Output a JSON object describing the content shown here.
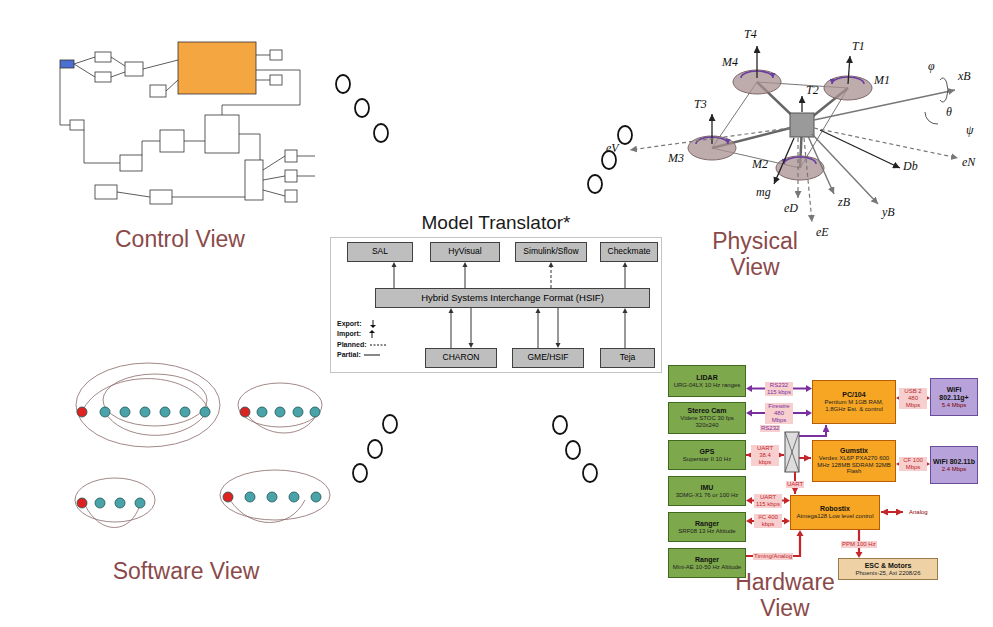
{
  "diagram": {
    "nodes": [
      {
        "text": [
          "Control View"
        ]
      },
      {
        "text": [
          "Physical View"
        ]
      },
      {
        "text": [
          "Model Translator*"
        ]
      },
      {
        "text": [
          "SAL"
        ],
        "in": 2
      },
      {
        "text": [
          "HyVisual"
        ],
        "in": 2
      },
      {
        "text": [
          "Simulink/Sflow"
        ],
        "in": 2
      },
      {
        "text": [
          "Checkmate"
        ],
        "in": 2
      },
      {
        "text": [
          "Hybrid Systems Interchange Format (HSIF)"
        ],
        "in": 2
      },
      {
        "text": [
          "CHARON"
        ],
        "in": 2
      },
      {
        "text": [
          "GME/HSIF"
        ],
        "in": 2
      },
      {
        "text": [
          "Teja"
        ],
        "in": 2
      },
      {
        "text": [
          "Software View"
        ]
      },
      {
        "text": [
          "Hardware View"
        ]
      },
      {
        "text": [
          "LIDAR",
          "URG-04LX 10 Hz ranges"
        ],
        "in": 12
      },
      {
        "text": [
          "Stereo Cam",
          "Videre STOC 30 fps 320x240"
        ],
        "in": 12
      },
      {
        "text": [
          "GPS",
          "Superstar II 10 Hz"
        ],
        "in": 12
      },
      {
        "text": [
          "IMU",
          "3DMG-X1 76 or 100 Hz"
        ],
        "in": 12
      },
      {
        "text": [
          "Ranger",
          "SRF08 13 Hz Altitude"
        ],
        "in": 12
      },
      {
        "text": [
          "Ranger",
          "Mini-AE 10-50 Hz Altitude"
        ],
        "in": 12
      },
      {
        "text": [
          "PC/104",
          "Pentium M 1GB RAM, 1.8GHz Est. & control"
        ],
        "in": 12
      },
      {
        "text": [
          "Gumstix",
          "Verdex XL6P PXA270 600 MHz 128MB SDRAM 32MB Flash"
        ],
        "in": 12
      },
      {
        "text": [
          "Robostix",
          "Atmega128 Low level control"
        ],
        "in": 12
      },
      {
        "text": [
          "ESC & Motors",
          "Phoenix-25, Axi 2208/26"
        ],
        "in": 12
      },
      {
        "text": [
          "WiFi 802.11g+",
          "5.4 Mbps"
        ],
        "in": 12
      },
      {
        "text": [
          "WiFi 802.11b",
          "2.4 Mbps"
        ],
        "in": 12
      }
    ],
    "edges": [
      {
        "from": 7,
        "to": 3,
        "arrow": "to"
      },
      {
        "from": 7,
        "to": 4,
        "arrow": "to"
      },
      {
        "from": 7,
        "to": 5,
        "arrow": "to"
      },
      {
        "from": 7,
        "to": 6,
        "arrow": "to"
      },
      {
        "from": 8,
        "to": 7,
        "arrow": "to"
      },
      {
        "from": 7,
        "to": 8,
        "arrow": "to"
      },
      {
        "from": 9,
        "to": 7,
        "arrow": "to"
      },
      {
        "from": 7,
        "to": 9,
        "arrow": "to"
      },
      {
        "from": 10,
        "to": 7,
        "arrow": "to"
      },
      {
        "from": 13,
        "to": 19,
        "arrow": "both",
        "label": "RS232 115 kbps"
      },
      {
        "from": 14,
        "to": 19,
        "arrow": "both",
        "label": "Firewire 480 Mbps"
      },
      {
        "from": 16,
        "to": 21,
        "arrow": "both",
        "label": "UART 115 kbps"
      },
      {
        "from": 17,
        "to": 21,
        "arrow": "both",
        "label": "I²C 400 kbps"
      },
      {
        "from": 18,
        "to": 21,
        "arrow": "to",
        "label": "Timing/Analog"
      },
      {
        "from": 21,
        "to": 22,
        "arrow": "to",
        "label": "PPM 100 Hz"
      },
      {
        "from": 19,
        "to": 23,
        "arrow": "both",
        "label": "USB 2 480 Mbps"
      },
      {
        "from": 20,
        "to": 24,
        "arrow": "both",
        "label": "CF 100 Mbps"
      }
    ],
    "labels": [
      "T4",
      "M4",
      "T1",
      "M1",
      "T3",
      "M3",
      "T2",
      "M2",
      "φ",
      "xB",
      "θ",
      "ψ",
      "eV",
      "eN",
      "mg",
      "Db",
      "eD",
      "zB",
      "eE",
      "yB",
      "RS232",
      "UART 38.4 kbps",
      "UART",
      "Analog"
    ],
    "legend": [
      {
        "text": "Export:"
      },
      {
        "text": "Import:"
      },
      {
        "text": "Planned:"
      },
      {
        "text": "Partial:"
      }
    ]
  }
}
